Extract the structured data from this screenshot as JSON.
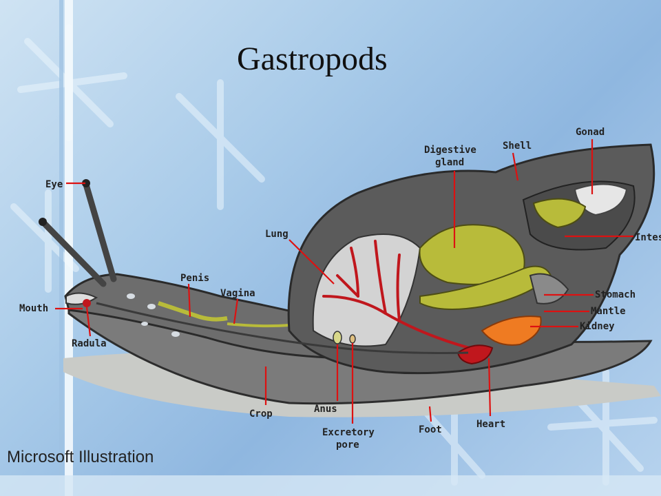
{
  "slide": {
    "title": "Gastropods",
    "credit": "Microsoft Illustration"
  },
  "labels": {
    "eye": "Eye",
    "mouth": "Mouth",
    "radula": "Radula",
    "penis": "Penis",
    "vagina": "Vagina",
    "lung": "Lung",
    "digestive_gland_1": "Digestive",
    "digestive_gland_2": "gland",
    "shell": "Shell",
    "gonad": "Gonad",
    "intestine": "Intes",
    "stomach": "Stomach",
    "mantle": "Mantle",
    "kidney": "Kidney",
    "crop": "Crop",
    "anus": "Anus",
    "excretory_pore_1": "Excretory",
    "excretory_pore_2": "pore",
    "foot": "Foot",
    "heart": "Heart"
  },
  "colors": {
    "body": "#6d6d6d",
    "shell": "#5b5b5b",
    "gland": "#b8bb3a",
    "blood": "#c0171d",
    "kidney": "#ef7b22",
    "leader": "#dd1111"
  }
}
